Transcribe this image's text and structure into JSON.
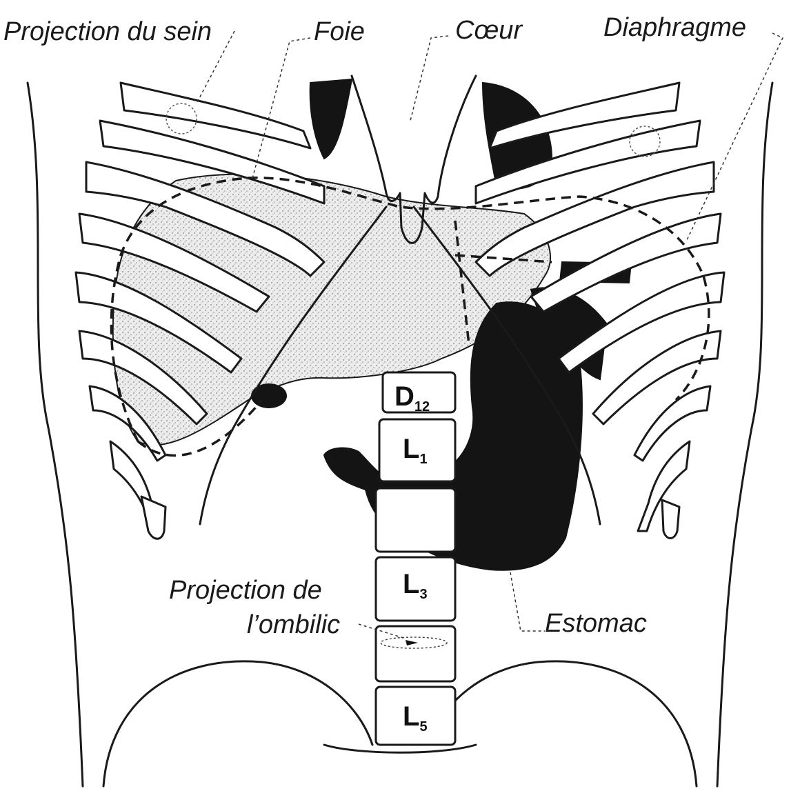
{
  "labels": {
    "breast": "Projection du sein",
    "liver": "Foie",
    "heart": "Cœur",
    "diaphragm": "Diaphragme",
    "navel_line1": "Projection de",
    "navel_line2": "l’ombilic",
    "stomach": "Estomac"
  },
  "vertebrae": [
    {
      "letter": "D",
      "index": "12"
    },
    {
      "letter": "L",
      "index": "1"
    },
    {
      "letter": "L",
      "index": "3"
    },
    {
      "letter": "L",
      "index": "5"
    }
  ],
  "colors": {
    "ink": "#141414",
    "liver_fill": "#e4e4e4",
    "background": "#ffffff"
  }
}
